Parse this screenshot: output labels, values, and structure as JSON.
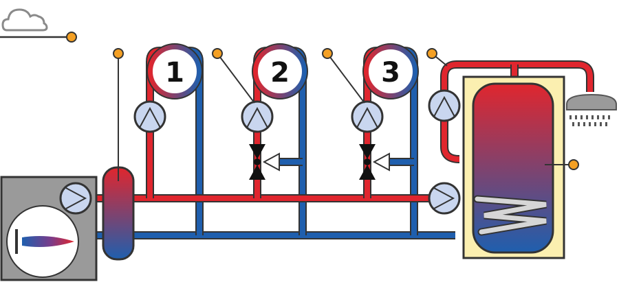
{
  "circuits": [
    {
      "label": "1"
    },
    {
      "label": "2"
    },
    {
      "label": "3"
    }
  ],
  "colors": {
    "supply": "#e0262e",
    "return": "#1f5fae",
    "sensor": "#f4a024",
    "pump_fill": "#c9d6ef",
    "boiler_case": "#9a9a9a",
    "tank_jacket": "#fbefb0",
    "outline": "#3a3a3a"
  },
  "icons": [
    "cloud-icon",
    "flame-icon",
    "shower-icon",
    "pump-icon",
    "three-way-valve-icon",
    "temperature-sensor-icon"
  ]
}
